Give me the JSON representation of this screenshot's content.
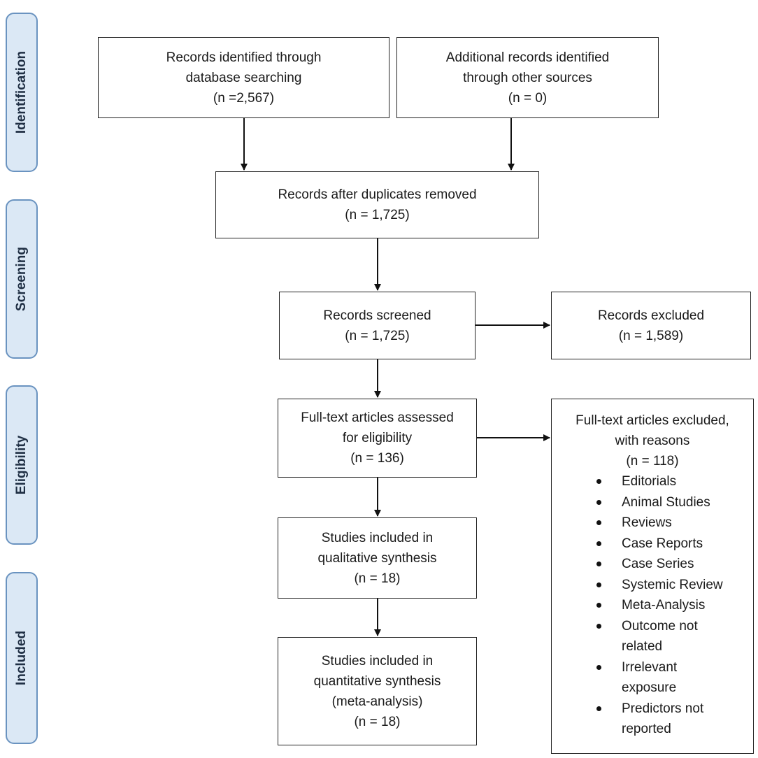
{
  "stages": [
    {
      "id": "identification",
      "label": "Identification"
    },
    {
      "id": "screening",
      "label": "Screening"
    },
    {
      "id": "eligibility",
      "label": "Eligibility"
    },
    {
      "id": "included",
      "label": "Included"
    }
  ],
  "boxes": {
    "db_search": {
      "lines": [
        "Records identified through",
        "database searching",
        "(n =2,567)"
      ]
    },
    "other_sources": {
      "lines": [
        "Additional records identified",
        "through other sources",
        "(n = 0)"
      ]
    },
    "after_duplicates": {
      "lines": [
        "Records after duplicates removed",
        "(n = 1,725)"
      ]
    },
    "screened": {
      "lines": [
        "Records screened",
        "(n = 1,725)"
      ]
    },
    "excluded": {
      "lines": [
        "Records excluded",
        "(n = 1,589)"
      ]
    },
    "fulltext_assessed": {
      "lines": [
        "Full-text articles assessed",
        "for eligibility",
        "(n = 136)"
      ]
    },
    "fulltext_excluded": {
      "lines": [
        "Full-text articles excluded,",
        "with reasons",
        "(n = 118)"
      ],
      "reasons": [
        "Editorials",
        "Animal Studies",
        "Reviews",
        "Case Reports",
        "Case Series",
        "Systemic Review",
        "Meta-Analysis",
        "Outcome not related",
        "Irrelevant exposure",
        "Predictors not reported"
      ]
    },
    "qualitative": {
      "lines": [
        "Studies included in",
        "qualitative synthesis",
        "(n = 18)"
      ]
    },
    "quantitative": {
      "lines": [
        "Studies included in",
        "quantitative synthesis",
        "(meta-analysis)",
        "(n = 18)"
      ]
    }
  }
}
